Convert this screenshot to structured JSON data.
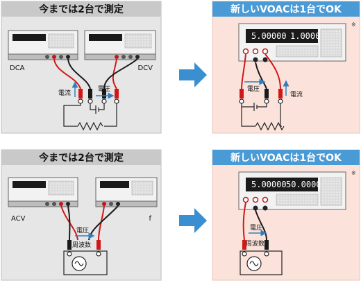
{
  "panels": {
    "old_dc": {
      "title": "今までは2台で測定",
      "left_meter_label": "DCA",
      "right_meter_label": "DCV",
      "current_label": "電流",
      "voltage_label": "電圧"
    },
    "new_dc": {
      "title": "新しいVOACは1台でOK",
      "display_left": "5.00000",
      "display_right": "1.0000",
      "voltage_label": "電圧",
      "current_label": "電流",
      "note_mark": "※"
    },
    "old_ac": {
      "title": "今までは2台で測定",
      "left_meter_label": "ACV",
      "right_meter_label": "f",
      "voltage_label": "電圧",
      "frequency_label": "周波数"
    },
    "new_ac": {
      "title": "新しいVOACは1台でOK",
      "display_left": "5.00000",
      "display_right": "50.0000",
      "voltage_label": "電圧",
      "frequency_label": "周波数",
      "note_mark": "※"
    }
  },
  "colors": {
    "old_panel_bg": "#e6e6e6",
    "old_banner": "#c9c9c9",
    "new_panel_bg": "#fbe3dc",
    "new_banner": "#4a9ad6",
    "arrow": "#3a8fd0",
    "probe_red": "#d01818",
    "probe_black": "#1a1a1a",
    "lcd": "#1a1a1a"
  },
  "icons": [
    "right-arrow-icon",
    "ac-source-icon",
    "battery-icon",
    "resistor-icon"
  ]
}
